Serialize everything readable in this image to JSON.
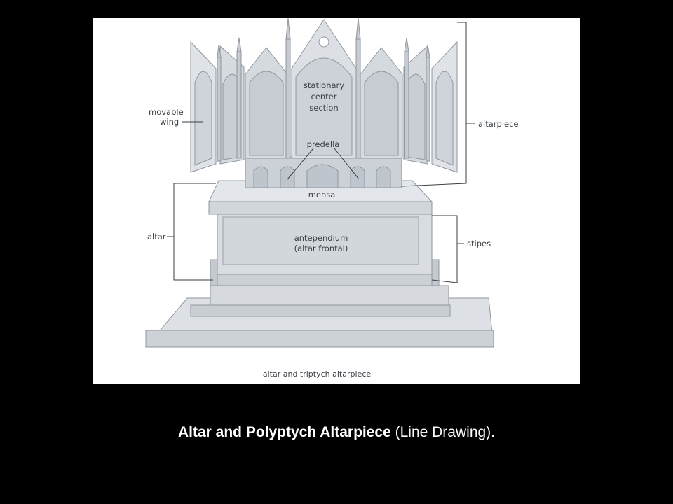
{
  "diagram": {
    "labels": {
      "movable_wing_1": "movable",
      "movable_wing_2": "wing",
      "stationary_1": "stationary",
      "stationary_2": "center",
      "stationary_3": "section",
      "predella": "predella",
      "altarpiece": "altarpiece",
      "mensa": "mensa",
      "altar": "altar",
      "antependium_1": "antependium",
      "antependium_2": "(altar frontal)",
      "stipes": "stipes",
      "panel_caption": "altar and triptych altarpiece"
    }
  },
  "caption": {
    "bold": "Altar and Polyptych Altarpiece",
    "rest": " (Line Drawing)."
  }
}
